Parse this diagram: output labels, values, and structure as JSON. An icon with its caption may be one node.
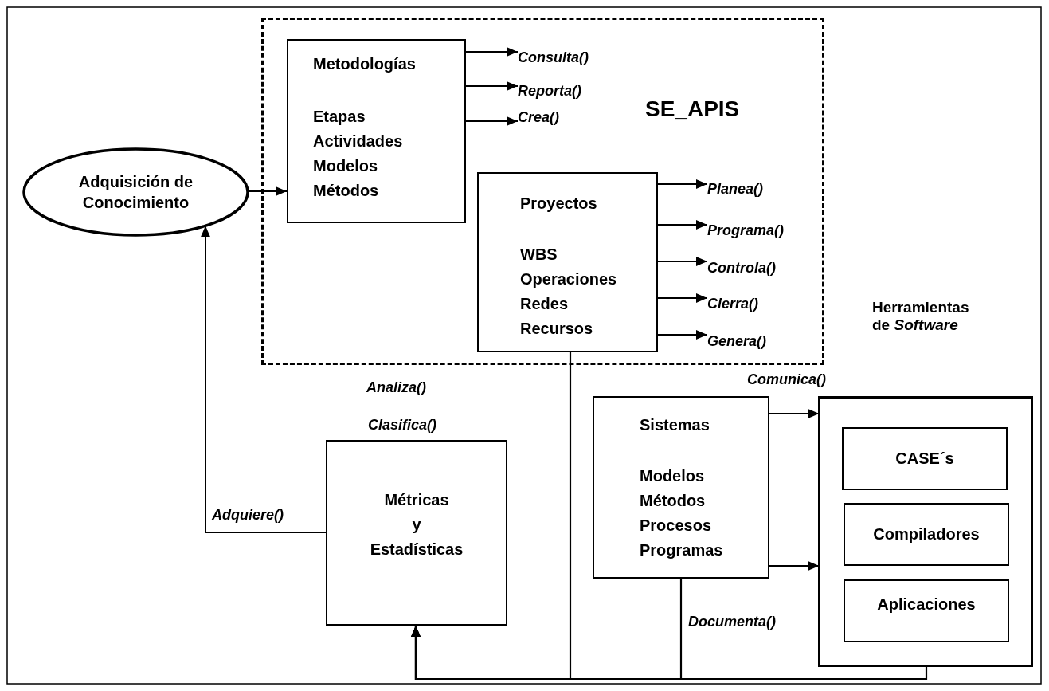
{
  "diagram": {
    "nodes": [
      {
        "text": [
          "SE_APIS"
        ]
      },
      {
        "text": [
          "Metodologías",
          "Etapas Actividades Modelos Métodos"
        ],
        "in": 0
      },
      {
        "text": [
          "Consulta()"
        ],
        "in": 0
      },
      {
        "text": [
          "Reporta()"
        ],
        "in": 0
      },
      {
        "text": [
          "Crea()"
        ],
        "in": 0
      },
      {
        "text": [
          "Proyectos",
          "WBS Operaciones Redes Recursos"
        ],
        "in": 0
      },
      {
        "text": [
          "Planea()"
        ],
        "in": 0
      },
      {
        "text": [
          "Programa()"
        ],
        "in": 0
      },
      {
        "text": [
          "Controla()"
        ],
        "in": 0
      },
      {
        "text": [
          "Cierra()"
        ],
        "in": 0
      },
      {
        "text": [
          "Genera()"
        ],
        "in": 0
      },
      {
        "text": [
          "Adquisición de Conocimiento"
        ]
      },
      {
        "text": [
          "Métricas y Estadísticas"
        ]
      },
      {
        "text": [
          "Sistemas",
          "Modelos Métodos Procesos Programas"
        ]
      },
      {
        "text": [
          "Herramientas de *Software*"
        ]
      },
      {
        "text": [
          "CASE´s"
        ],
        "in": 14
      },
      {
        "text": [
          "Compiladores"
        ],
        "in": 14
      },
      {
        "text": [
          "Aplicaciones"
        ],
        "in": 14
      }
    ],
    "edges": [
      {
        "from": 11,
        "to": 1,
        "arrow": "to"
      },
      {
        "from": 1,
        "to": 2,
        "arrow": "to"
      },
      {
        "from": 1,
        "to": 3,
        "arrow": "to"
      },
      {
        "from": 1,
        "to": 4,
        "arrow": "to"
      },
      {
        "from": 5,
        "to": 6,
        "arrow": "to"
      },
      {
        "from": 5,
        "to": 7,
        "arrow": "to"
      },
      {
        "from": 5,
        "to": 8,
        "arrow": "to"
      },
      {
        "from": 5,
        "to": 9,
        "arrow": "to"
      },
      {
        "from": 5,
        "to": 10,
        "arrow": "to"
      },
      {
        "from": 12,
        "to": 11,
        "arrow": "to",
        "label": "Adquiere()"
      },
      {
        "from": 5,
        "to": 12,
        "arrow": "to"
      },
      {
        "from": 13,
        "to": 12,
        "arrow": "to",
        "label": "Documenta()"
      },
      {
        "from": 14,
        "to": 12,
        "arrow": "to"
      },
      {
        "from": 13,
        "to": 14,
        "arrow": "to",
        "label": "Comunica()"
      },
      {
        "from": 13,
        "to": 14,
        "arrow": "to"
      }
    ],
    "labels": [
      "Analiza()",
      "Clasifica()"
    ]
  }
}
